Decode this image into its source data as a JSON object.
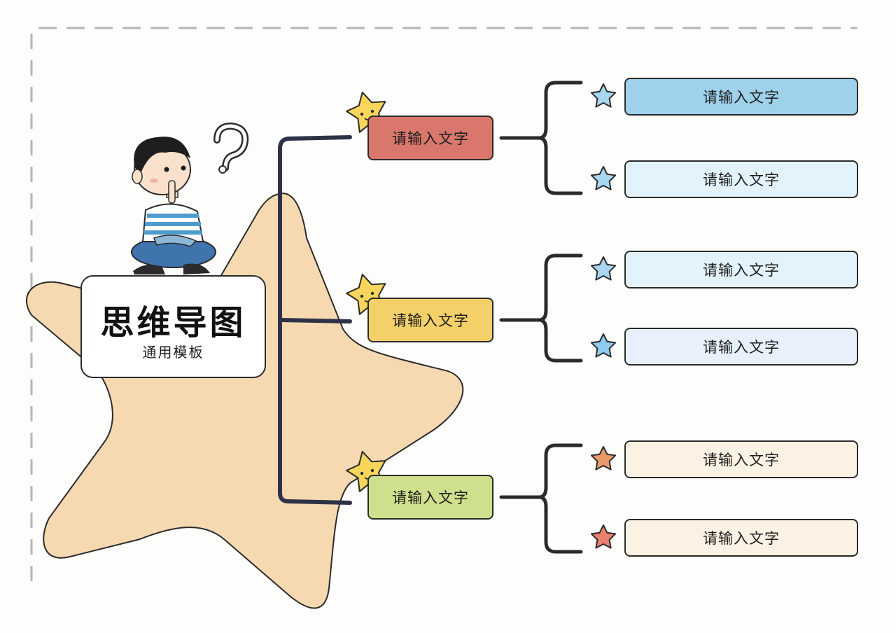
{
  "title": {
    "main": "思维导图",
    "sub": "通用模板"
  },
  "branches": [
    {
      "label": "请输入文字",
      "color": "#d9776c",
      "children": [
        {
          "label": "请输入文字",
          "color": "#9fd1ec",
          "star_color": "#a7d6f0"
        },
        {
          "label": "请输入文字",
          "color": "#e2f3fb",
          "star_color": "#a7d6f0"
        }
      ]
    },
    {
      "label": "请输入文字",
      "color": "#f4d069",
      "children": [
        {
          "label": "请输入文字",
          "color": "#e3f3fb",
          "star_color": "#a7d6f0"
        },
        {
          "label": "请输入文字",
          "color": "#e8f1fb",
          "star_color": "#8fcbee"
        }
      ]
    },
    {
      "label": "请输入文字",
      "color": "#cfe08c",
      "children": [
        {
          "label": "请输入文字",
          "color": "#fcf2e4",
          "star_color": "#e99a6a"
        },
        {
          "label": "请输入文字",
          "color": "#fcf2e4",
          "star_color": "#e8816e"
        }
      ]
    }
  ],
  "colors": {
    "big_star": "#f7d9b1",
    "accent_star": "#f8d65b",
    "line_dark": "#2d3247",
    "bracket": "#2b2b2b",
    "frame_dash": "#b5b5b5"
  },
  "icons": [
    "boy-thinking-illustration",
    "question-mark-icon",
    "star-icon"
  ]
}
